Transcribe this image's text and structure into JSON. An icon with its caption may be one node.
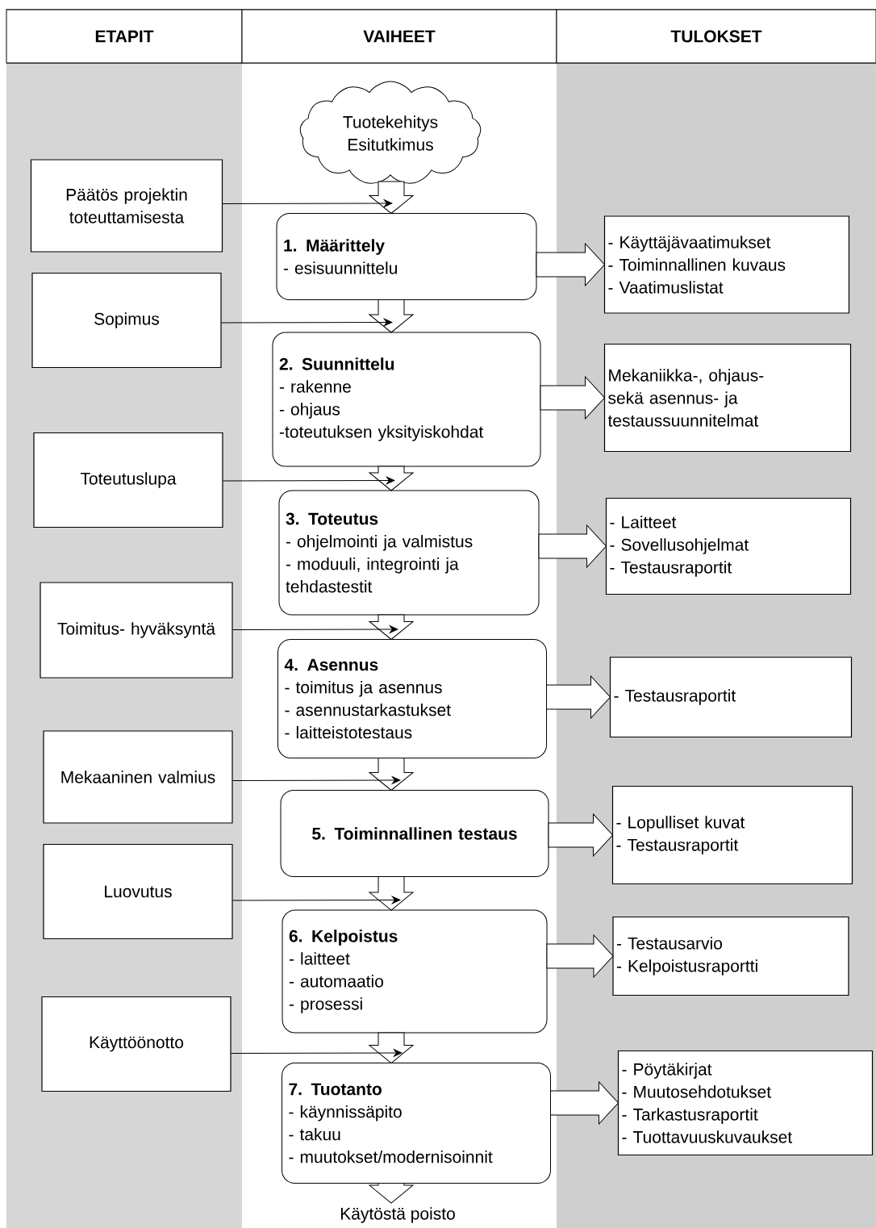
{
  "diagram": {
    "nodes": [
      {
        "text": [
          "ETAPIT"
        ]
      },
      {
        "text": [
          "VAIHEET"
        ]
      },
      {
        "text": [
          "TULOKSET"
        ]
      },
      {
        "text": [
          "Tuotekehitys Esitutkimus"
        ]
      },
      {
        "text": [
          "Päätös projektin toteuttamisesta"
        ]
      },
      {
        "text": [
          "1. Määrittely",
          "- esisuunnittelu"
        ]
      },
      {
        "text": [
          "- Käyttäjävaatimukset",
          "- Toiminnallinen kuvaus",
          "- Vaatimuslistat"
        ]
      },
      {
        "text": [
          "Sopimus"
        ]
      },
      {
        "text": [
          "2. Suunnittelu",
          "- rakenne",
          "- ohjaus",
          "-toteutuksen yksityiskohdat"
        ]
      },
      {
        "text": [
          "Mekaniikka-, ohjaus- sekä asennus- ja testaussuunnitelmat"
        ]
      },
      {
        "text": [
          "Toteutuslupa"
        ]
      },
      {
        "text": [
          "3. Toteutus",
          "- ohjelmointi ja valmistus",
          "- moduuli, integrointi ja tehdastestit"
        ]
      },
      {
        "text": [
          "- Laitteet",
          "- Sovellusohjelmat",
          "- Testausraportit"
        ]
      },
      {
        "text": [
          "Toimitus- hyväksyntä"
        ]
      },
      {
        "text": [
          "4. Asennus",
          "- toimitus ja asennus",
          "- asennustarkastukset",
          "- laitteistotestaus"
        ]
      },
      {
        "text": [
          "- Testausraportit"
        ]
      },
      {
        "text": [
          "Mekaaninen valmius"
        ]
      },
      {
        "text": [
          "5. Toiminnallinen testaus"
        ]
      },
      {
        "text": [
          "- Lopulliset kuvat",
          "- Testausraportit"
        ]
      },
      {
        "text": [
          "Luovutus"
        ]
      },
      {
        "text": [
          "6. Kelpoistus",
          "- laitteet",
          "- automaatio",
          "- prosessi"
        ]
      },
      {
        "text": [
          "- Testausarvio",
          "- Kelpoistusraportti"
        ]
      },
      {
        "text": [
          "Käyttöönotto"
        ]
      },
      {
        "text": [
          "7. Tuotanto",
          "- käynnissäpito",
          "- takuu",
          "- muutokset/modernisoinnit"
        ]
      },
      {
        "text": [
          "- Pöytäkirjat",
          "- Muutosehdotukset",
          "- Tarkastusraportit",
          "- Tuottavuuskuvaukset"
        ]
      },
      {
        "text": [
          "Käytöstä poisto"
        ]
      }
    ],
    "edges": [
      {
        "from": 3,
        "to": 5,
        "arrow": "to",
        "style": "thick"
      },
      {
        "from": 5,
        "to": 8,
        "arrow": "to",
        "style": "thick"
      },
      {
        "from": 8,
        "to": 11,
        "arrow": "to",
        "style": "thick"
      },
      {
        "from": 11,
        "to": 14,
        "arrow": "to",
        "style": "thick"
      },
      {
        "from": 14,
        "to": 17,
        "arrow": "to",
        "style": "thick"
      },
      {
        "from": 17,
        "to": 20,
        "arrow": "to",
        "style": "thick"
      },
      {
        "from": 20,
        "to": 23,
        "arrow": "to",
        "style": "thick"
      },
      {
        "from": 23,
        "to": 25,
        "arrow": "to",
        "style": "thick"
      },
      {
        "from": 4,
        "to": 5,
        "arrow": "to"
      },
      {
        "from": 7,
        "to": 8,
        "arrow": "to"
      },
      {
        "from": 10,
        "to": 11,
        "arrow": "to"
      },
      {
        "from": 13,
        "to": 14,
        "arrow": "to"
      },
      {
        "from": 16,
        "to": 17,
        "arrow": "to"
      },
      {
        "from": 19,
        "to": 20,
        "arrow": "to"
      },
      {
        "from": 22,
        "to": 23,
        "arrow": "to"
      },
      {
        "from": 5,
        "to": 6,
        "arrow": "to",
        "style": "thick"
      },
      {
        "from": 8,
        "to": 9,
        "arrow": "to",
        "style": "thick"
      },
      {
        "from": 11,
        "to": 12,
        "arrow": "to",
        "style": "thick"
      },
      {
        "from": 14,
        "to": 15,
        "arrow": "to",
        "style": "thick"
      },
      {
        "from": 17,
        "to": 18,
        "arrow": "to",
        "style": "thick"
      },
      {
        "from": 20,
        "to": 21,
        "arrow": "to",
        "style": "thick"
      },
      {
        "from": 23,
        "to": 24,
        "arrow": "to",
        "style": "thick"
      }
    ]
  }
}
